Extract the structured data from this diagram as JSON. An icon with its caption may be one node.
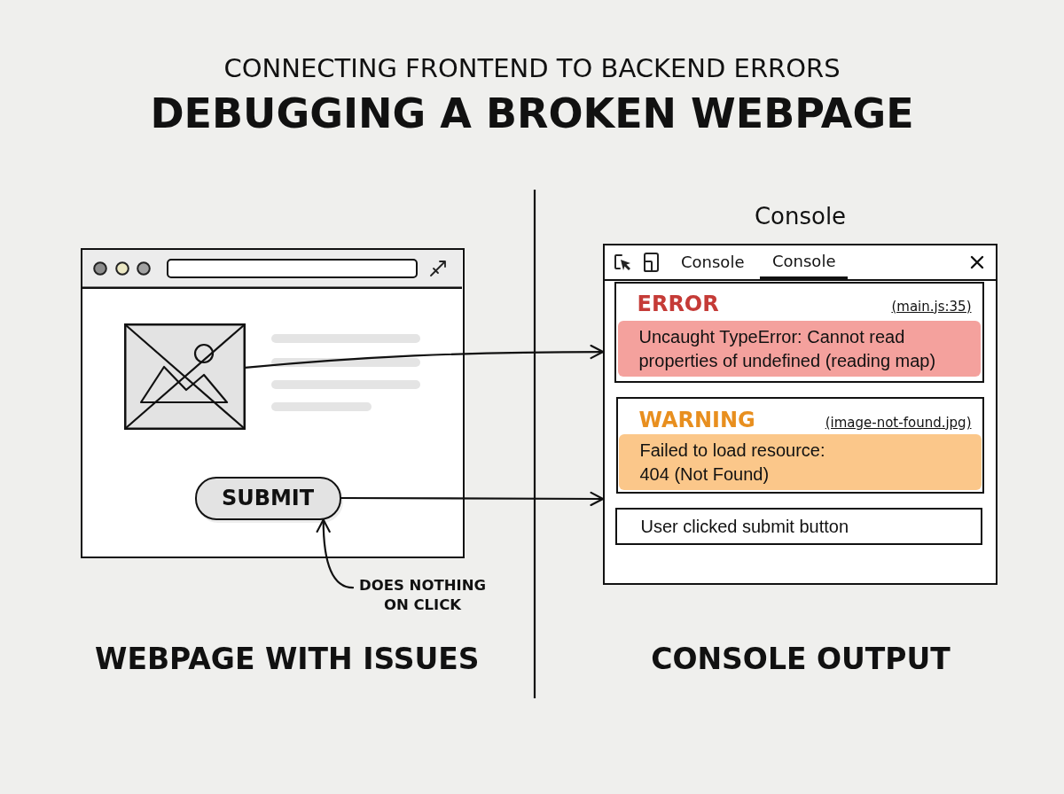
{
  "diagram": {
    "title": "DEBUGGING A BROKEN WEBPAGE",
    "nodes": [
      {
        "text": [],
        "shape": "box"
      },
      {
        "text": [],
        "shape": "picture",
        "in": 0
      },
      {
        "text": [
          "SUBMIT"
        ],
        "in": 0
      },
      {
        "text": [
          "DOES NOTHING ON CLICK"
        ]
      },
      {
        "text": [
          "Console"
        ]
      },
      {
        "text": [
          "ERROR",
          "(main.js:35)"
        ],
        "in": 4
      },
      {
        "text": [
          "Uncaught TypeError: Cannot read properties of undefined (reading map)"
        ],
        "in": 5
      },
      {
        "text": [
          "WARNING",
          "(image-not-found.jpg)"
        ],
        "in": 4
      },
      {
        "text": [
          "Failed to load resource: 404 (Not Found)"
        ],
        "in": 7
      },
      {
        "text": [
          "User clicked submit button"
        ],
        "in": 4
      }
    ],
    "edges": [
      {
        "from": 1,
        "to": 4,
        "arrow": "to"
      },
      {
        "from": 2,
        "to": 4,
        "arrow": "to"
      },
      {
        "from": 3,
        "to": 2,
        "arrow": "to"
      }
    ],
    "labels": [
      "CONNECTING FRONTEND TO BACKEND ERRORS",
      "Console",
      "Console",
      "WEBPAGE WITH ISSUES",
      "CONSOLE OUTPUT"
    ]
  }
}
